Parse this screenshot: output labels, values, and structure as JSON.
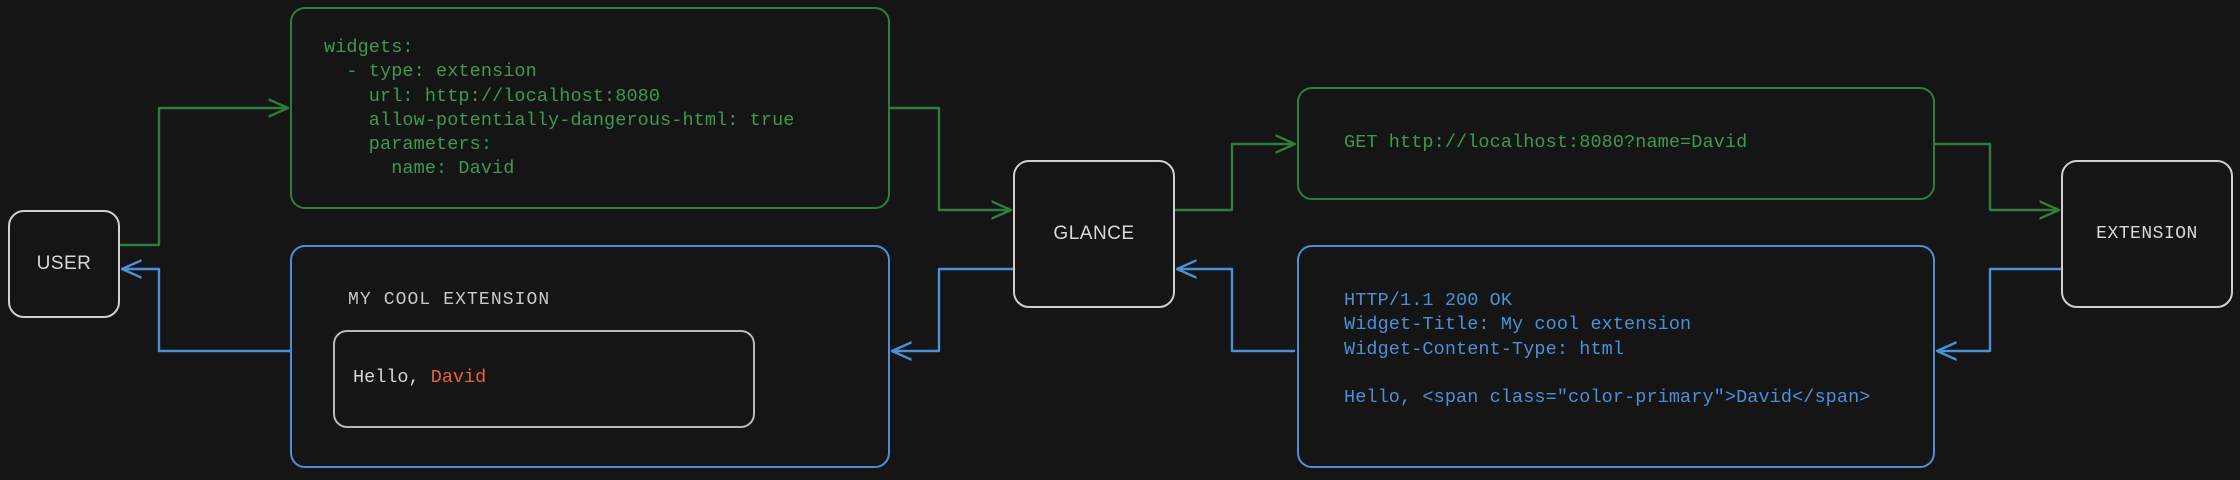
{
  "diagram": {
    "title": "Glance extension widget request flow",
    "background_color": "#151515",
    "colors": {
      "request_green": "#2E7D3E",
      "request_green_text": "#3C9A4E",
      "response_blue": "#4A90D9",
      "node_border": "#cfcfcf",
      "accent_orange": "#E8642C"
    }
  },
  "nodes": {
    "user": {
      "label": "USER"
    },
    "glance": {
      "label": "GLANCE"
    },
    "extension": {
      "label": "EXTENSION"
    }
  },
  "panels": {
    "yaml_config": {
      "code": "widgets:\n  - type: extension\n    url: http://localhost:8080\n    allow-potentially-dangerous-html: true\n    parameters:\n      name: David"
    },
    "http_request": {
      "code": "GET http://localhost:8080?name=David"
    },
    "http_response": {
      "code": "HTTP/1.1 200 OK\nWidget-Title: My cool extension\nWidget-Content-Type: html\n\nHello, <span class=\"color-primary\">David</span>"
    },
    "rendered_widget": {
      "title": "MY COOL EXTENSION",
      "body_prefix": "Hello, ",
      "body_name": "David"
    }
  },
  "flow": {
    "request_edges": [
      {
        "from": "user",
        "to": "yaml_config"
      },
      {
        "from": "yaml_config",
        "to": "glance"
      },
      {
        "from": "glance",
        "to": "http_request"
      },
      {
        "from": "http_request",
        "to": "extension"
      }
    ],
    "response_edges": [
      {
        "from": "extension",
        "to": "http_response"
      },
      {
        "from": "http_response",
        "to": "glance"
      },
      {
        "from": "glance",
        "to": "rendered_widget"
      },
      {
        "from": "rendered_widget",
        "to": "user"
      }
    ]
  }
}
